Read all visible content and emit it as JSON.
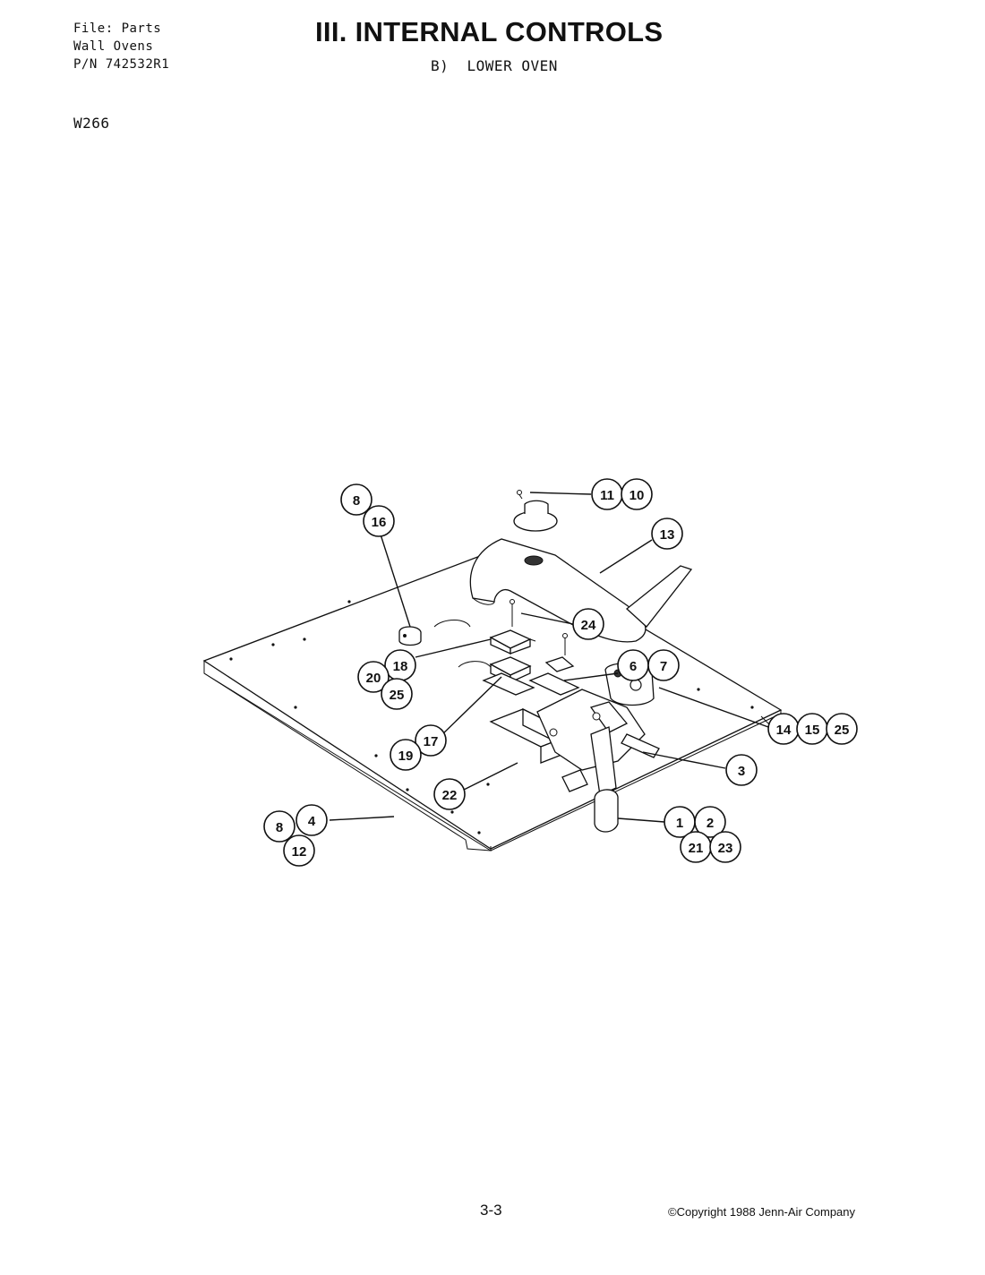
{
  "header": {
    "file_line": "File: Parts",
    "category_line": "Wall Ovens",
    "part_number_line": "P/N 742532R1",
    "model": "W266",
    "title": "III. INTERNAL CONTROLS",
    "subtitle": "B)  LOWER OVEN"
  },
  "callouts": [
    {
      "id": "c8a",
      "label": "8"
    },
    {
      "id": "c16",
      "label": "16"
    },
    {
      "id": "c11",
      "label": "11"
    },
    {
      "id": "c10",
      "label": "10"
    },
    {
      "id": "c13",
      "label": "13"
    },
    {
      "id": "c24",
      "label": "24"
    },
    {
      "id": "c18",
      "label": "18"
    },
    {
      "id": "c20",
      "label": "20"
    },
    {
      "id": "c25a",
      "label": "25"
    },
    {
      "id": "c6",
      "label": "6"
    },
    {
      "id": "c7",
      "label": "7"
    },
    {
      "id": "c14",
      "label": "14"
    },
    {
      "id": "c15",
      "label": "15"
    },
    {
      "id": "c25b",
      "label": "25"
    },
    {
      "id": "c17",
      "label": "17"
    },
    {
      "id": "c19",
      "label": "19"
    },
    {
      "id": "c3",
      "label": "3"
    },
    {
      "id": "c22",
      "label": "22"
    },
    {
      "id": "c8b",
      "label": "8"
    },
    {
      "id": "c4",
      "label": "4"
    },
    {
      "id": "c12",
      "label": "12"
    },
    {
      "id": "c1",
      "label": "1"
    },
    {
      "id": "c2",
      "label": "2"
    },
    {
      "id": "c21",
      "label": "21"
    },
    {
      "id": "c23",
      "label": "23"
    }
  ],
  "footer": {
    "page_number": "3-3",
    "copyright": "©Copyright 1988 Jenn-Air Company"
  }
}
